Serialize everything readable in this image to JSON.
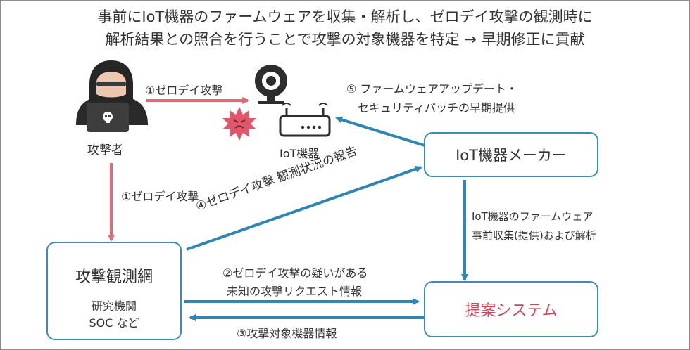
{
  "title": {
    "line1": "事前にIoT機器のファームウェアを収集・解析し、ゼロデイ攻撃の観測時に",
    "line2": "解析結果との照合を行うことで攻撃の対象機器を特定 → 早期修正に貢献"
  },
  "actors": {
    "attacker": "攻撃者",
    "iot_device": "IoT機器"
  },
  "boxes": {
    "maker": "IoT機器メーカー",
    "attack_network": "攻撃観測網",
    "network_members_line1": "研究機関",
    "network_members_line2": "SOC など",
    "proposed_system": "提案システム"
  },
  "arrows": {
    "attack_device": "①ゼロデイ攻撃",
    "attack_network": "①ゼロデイ攻撃",
    "report_to_maker": "④ゼロデイ攻撃 観測状況の報告",
    "firmware_update_line1": "⑤ ファームウェアアップデート・",
    "firmware_update_line2": "セキュリティパッチの早期提供",
    "firmware_collect_line1": "IoT機器のファームウェア",
    "firmware_collect_line2": "事前収集(提供)および解析",
    "unknown_request_line1": "②ゼロデイ攻撃の疑いがある",
    "unknown_request_line2": "未知の攻撃リクエスト情報",
    "target_info": "③攻撃対象機器情報"
  },
  "colors": {
    "box_border": "#3b8db8",
    "blue_arrow": "#2f86b3",
    "red_arrow": "#e06a78",
    "proposed_text": "#d2445a"
  }
}
